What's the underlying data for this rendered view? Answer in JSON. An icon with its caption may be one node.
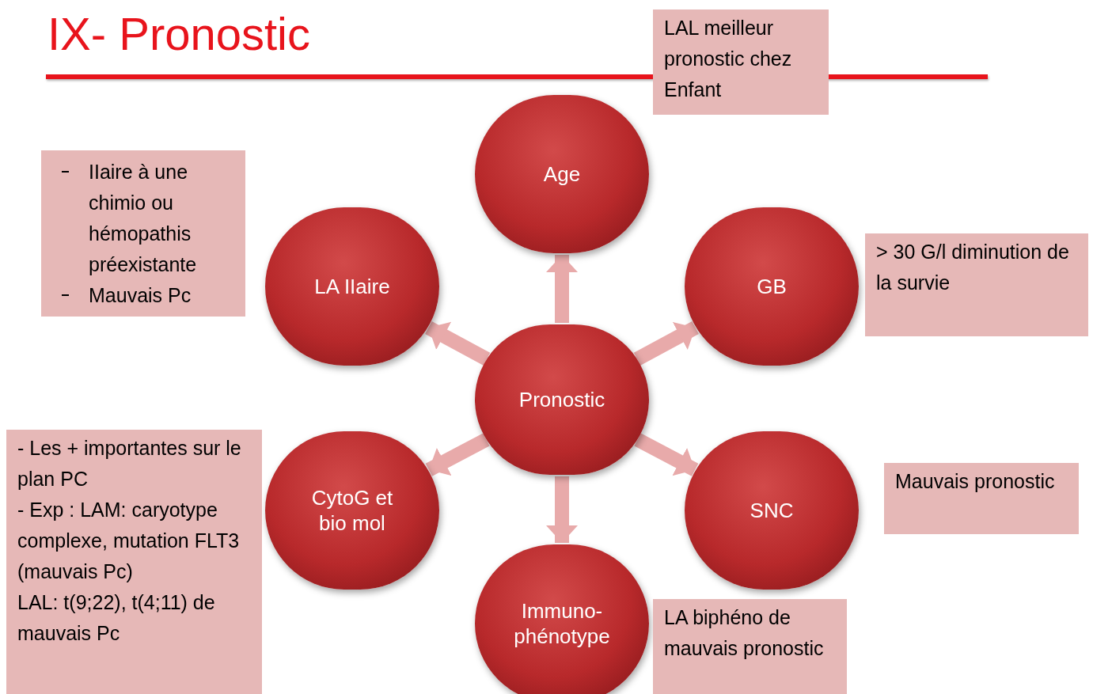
{
  "diagram": {
    "title": "IX- Pronostic",
    "nodes": [
      {
        "text": [
          "Pronostic"
        ]
      },
      {
        "text": [
          "Age"
        ]
      },
      {
        "text": [
          "GB"
        ]
      },
      {
        "text": [
          "SNC"
        ]
      },
      {
        "text": [
          "Immuno-phénotype"
        ]
      },
      {
        "text": [
          "CytoG et bio mol"
        ]
      },
      {
        "text": [
          "LA IIaire"
        ]
      },
      {
        "text": [
          "LAL meilleur pronostic chez Enfant"
        ]
      },
      {
        "text": [
          "> 30  G/l diminution de la survie"
        ]
      },
      {
        "text": [
          "Mauvais pronostic"
        ]
      },
      {
        "text": [
          "LA biphéno de mauvais pronostic"
        ]
      },
      {
        "text": [
          "IIaire à une chimio ou hémopathis préexistante",
          "Mauvais Pc"
        ]
      },
      {
        "text": [
          "- Les + importantes sur le plan PC",
          "- Exp : LAM: caryotype complexe, mutation FLT3 (mauvais Pc)",
          "LAL: t(9;22), t(4;11) de mauvais Pc"
        ]
      }
    ],
    "edges": [
      {
        "from": 0,
        "to": 1,
        "arrow": "to"
      },
      {
        "from": 0,
        "to": 2,
        "arrow": "to"
      },
      {
        "from": 0,
        "to": 3,
        "arrow": "to"
      },
      {
        "from": 0,
        "to": 4,
        "arrow": "to"
      },
      {
        "from": 0,
        "to": 5,
        "arrow": "to"
      },
      {
        "from": 0,
        "to": 6,
        "arrow": "to"
      }
    ]
  }
}
